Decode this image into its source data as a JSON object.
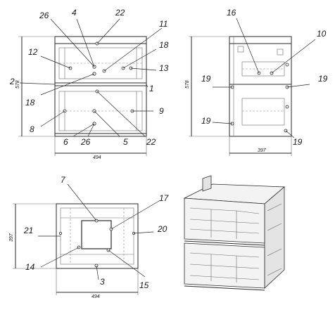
{
  "front_view": {
    "callouts": {
      "c26a": "26",
      "c4": "4",
      "c22a": "22",
      "c11": "11",
      "c12": "12",
      "c18a": "18",
      "c2": "2",
      "c13": "13",
      "c18b": "18",
      "c1": "1",
      "c9": "9",
      "c8": "8",
      "c6": "6",
      "c26b": "26",
      "c5": "5",
      "c22b": "22"
    },
    "dims": {
      "height": "578",
      "width": "494"
    }
  },
  "side_view": {
    "callouts": {
      "c16": "16",
      "c10": "10",
      "c19a": "19",
      "c19b": "19",
      "c19c": "19",
      "c19d": "19"
    },
    "dims": {
      "height": "578",
      "depth": "397"
    }
  },
  "top_view": {
    "callouts": {
      "c7": "7",
      "c17": "17",
      "c21": "21",
      "c20": "20",
      "c14": "14",
      "c3": "3",
      "c15": "15"
    },
    "dims": {
      "depth": "397",
      "width": "494"
    }
  }
}
